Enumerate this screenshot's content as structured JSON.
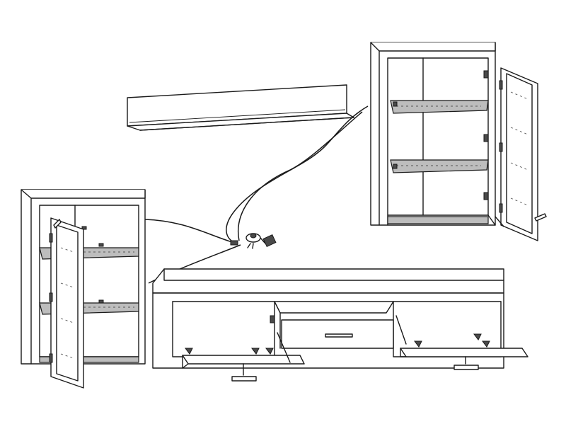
{
  "diagram": {
    "components": [
      {
        "id": "wall-shelf",
        "kind": "shelf"
      },
      {
        "id": "left-vitrine",
        "kind": "glass-door cabinet with two glass shelves"
      },
      {
        "id": "right-vitrine",
        "kind": "glass-door cabinet with two glass shelves, door shown detached"
      },
      {
        "id": "tv-stand",
        "kind": "lowboard with two flap doors and a central drawer"
      },
      {
        "id": "led-power-unit",
        "kind": "LED controller with power adapter"
      }
    ],
    "cables": [
      {
        "from": "led-power-unit",
        "to": "left-vitrine"
      },
      {
        "from": "led-power-unit",
        "to": "right-vitrine"
      },
      {
        "from": "led-power-unit",
        "to": "tv-stand"
      }
    ],
    "stroke_color": "#1a1a1a",
    "shade_color": "#bdbdbd",
    "background": "#ffffff"
  }
}
